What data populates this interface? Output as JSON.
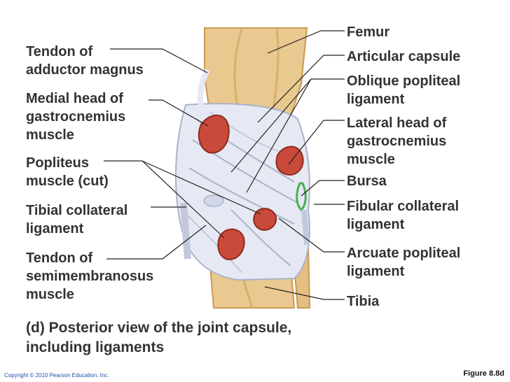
{
  "labels_left": [
    {
      "lines": [
        "Tendon of",
        "adductor magnus"
      ]
    },
    {
      "lines": [
        "Medial head of",
        "gastrocnemius",
        "muscle"
      ]
    },
    {
      "lines": [
        "Popliteus",
        "muscle (cut)"
      ]
    },
    {
      "lines": [
        "Tibial collateral",
        "ligament"
      ]
    },
    {
      "lines": [
        "Tendon of",
        "semimembranosus",
        "muscle"
      ]
    }
  ],
  "labels_right": [
    {
      "lines": [
        "Femur"
      ]
    },
    {
      "lines": [
        "Articular capsule"
      ]
    },
    {
      "lines": [
        "Oblique popliteal",
        "ligament"
      ]
    },
    {
      "lines": [
        "Lateral head of",
        "gastrocnemius",
        "muscle"
      ]
    },
    {
      "lines": [
        "Bursa"
      ]
    },
    {
      "lines": [
        "Fibular collateral",
        "ligament"
      ]
    },
    {
      "lines": [
        "Arcuate popliteal",
        "ligament"
      ]
    },
    {
      "lines": [
        "Tibia"
      ]
    }
  ],
  "caption": {
    "lines": [
      "(d) Posterior view of the joint capsule,",
      "including ligaments"
    ]
  },
  "copyright": "Copyright © 2010 Pearson Education, Inc.",
  "figure_ref": "Figure 8.8d",
  "colors": {
    "bone": "#e9c98f",
    "bone_shadow": "#c99a52",
    "ligament": "#e6e9f3",
    "ligament_shade": "#aab3cc",
    "muscle": "#c94a3a",
    "muscle_dark": "#8e2a1e",
    "bursa": "#4caf50",
    "leader": "#222222",
    "label_text": "#333333",
    "copyright_text": "#1f4fa3"
  }
}
